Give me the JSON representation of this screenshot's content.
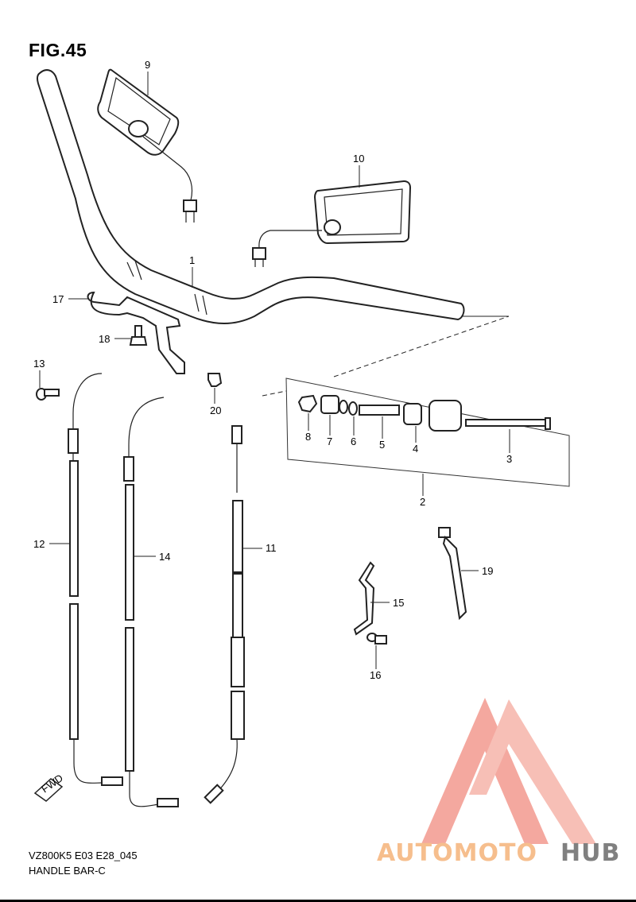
{
  "figure": {
    "title": "FIG.45",
    "code": "VZ800K5 E03 E28_045",
    "name": "HANDLE BAR-C"
  },
  "callouts": {
    "p1": "1",
    "p2": "2",
    "p3": "3",
    "p4": "4",
    "p5": "5",
    "p6": "6",
    "p7": "7",
    "p8": "8",
    "p9": "9",
    "p10": "10",
    "p11": "11",
    "p12": "12",
    "p13": "13",
    "p14": "14",
    "p15": "15",
    "p16": "16",
    "p17": "17",
    "p18": "18",
    "p19": "19",
    "p20": "20"
  },
  "fwd_label": "FWD",
  "watermark": {
    "part1": "AUTOMOTO",
    "part2": "HUB",
    "color_primary": "#f08a7e",
    "color_secondary": "#f5b06a",
    "color_dark": "#5a5a5a"
  }
}
